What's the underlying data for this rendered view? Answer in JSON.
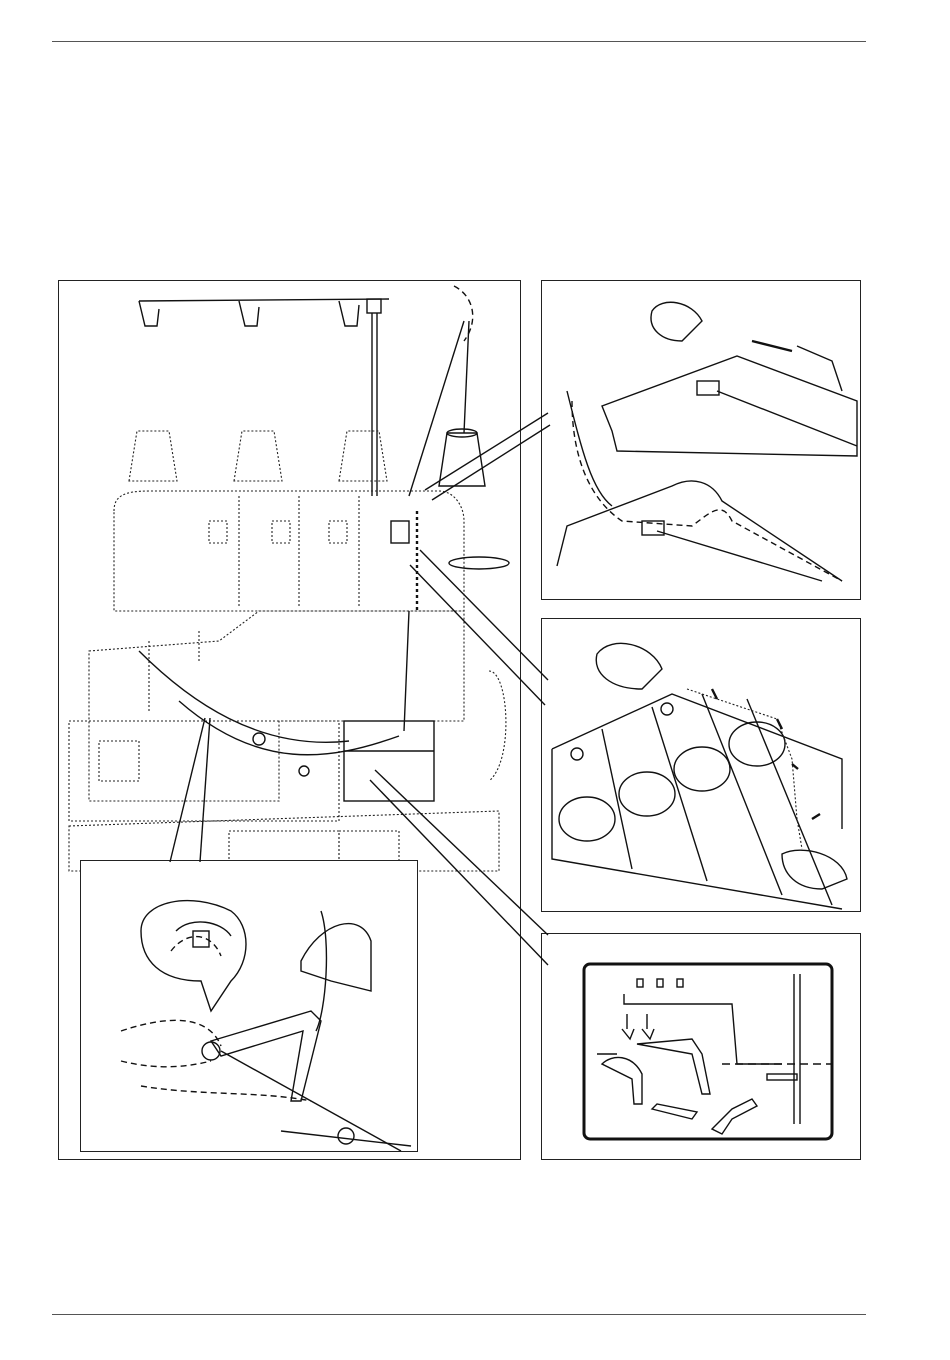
{
  "page": {
    "header_rule": true,
    "footer_rule": true
  },
  "figures": {
    "main": {
      "icon": "overlock-machine-threading-illustration"
    },
    "top_right": {
      "icon": "thread-guide-detail-illustration"
    },
    "middle_right": {
      "icon": "tension-dial-threading-illustration"
    },
    "bottom_right": {
      "icon": "looper-threading-diagram"
    },
    "inset": {
      "icon": "lower-looper-threading-illustration"
    }
  },
  "colors": {
    "line": "#111111",
    "rule": "#555555",
    "background": "#ffffff"
  }
}
